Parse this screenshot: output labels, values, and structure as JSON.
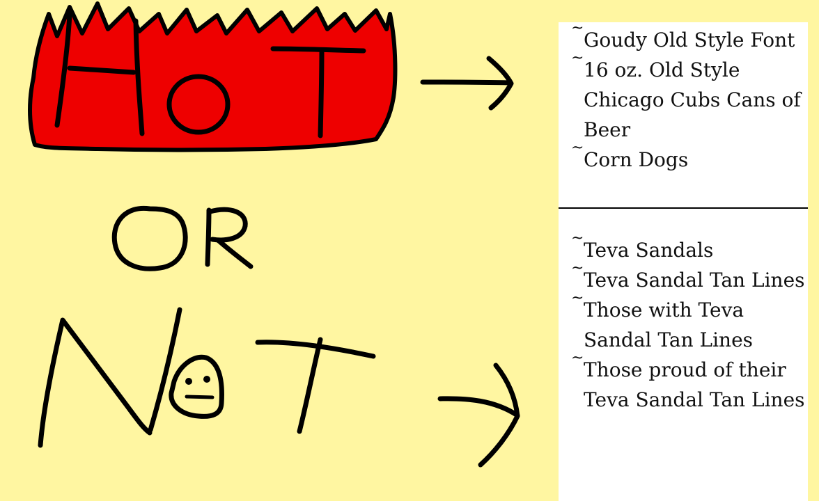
{
  "canvas": {
    "background": "#FFF6A1",
    "panel_background": "#FFFFFF",
    "flame_color": "#EE0000",
    "ink_color": "#000000"
  },
  "drawing": {
    "hot_word": "HoT",
    "or_word": "OR",
    "not_word": "NoT"
  },
  "hot_list": [
    "Goudy Old Style Font",
    "16 oz. Old Style Chicago Cubs Cans of Beer",
    "Corn Dogs"
  ],
  "not_list": [
    "Teva Sandals",
    "Teva Sandal Tan Lines",
    "Those with Teva Sandal Tan Lines",
    "Those proud of their Teva Sandal Tan Lines"
  ],
  "bullet": "~",
  "icons": {
    "hot_arrow": "right-arrow-icon",
    "not_arrow": "right-arrow-icon",
    "face": "neutral-face-icon",
    "flames": "flame-icon"
  }
}
